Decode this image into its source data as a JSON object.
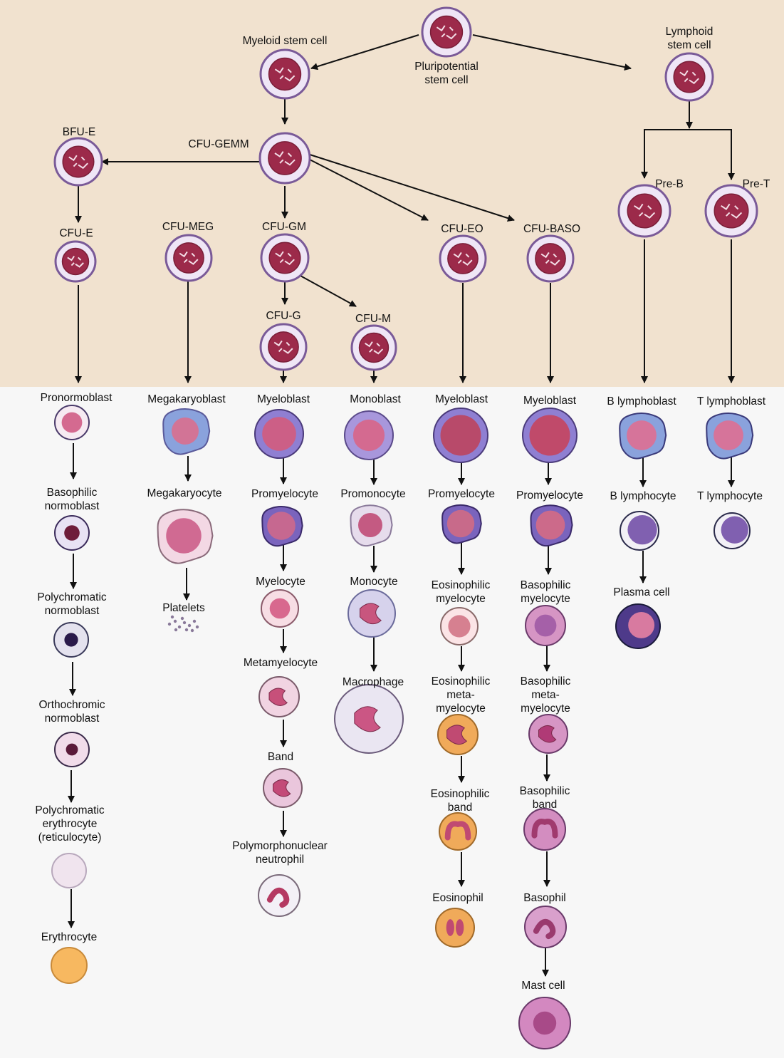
{
  "labels": {
    "pluripotential": "Pluripotential\nstem cell",
    "myeloid_stem": "Myeloid stem cell",
    "lymphoid_stem": "Lymphoid\nstem cell",
    "bfu_e": "BFU-E",
    "cfu_gemm": "CFU-GEMM",
    "cfu_e": "CFU-E",
    "cfu_meg": "CFU-MEG",
    "cfu_gm": "CFU-GM",
    "cfu_g": "CFU-G",
    "cfu_m": "CFU-M",
    "cfu_eo": "CFU-EO",
    "cfu_baso": "CFU-BASO",
    "pre_b": "Pre-B",
    "pre_t": "Pre-T",
    "pronormoblast": "Pronormoblast",
    "basophilic_normoblast": "Basophilic\nnormoblast",
    "polychromatic_normoblast": "Polychromatic\nnormoblast",
    "orthochromic_normoblast": "Orthochromic\nnormoblast",
    "polychromatic_erythrocyte": "Polychromatic\nerythrocyte\n(reticulocyte)",
    "erythrocyte": "Erythrocyte",
    "megakaryoblast": "Megakaryoblast",
    "megakaryocyte": "Megakaryocyte",
    "platelets": "Platelets",
    "myeloblast_g": "Myeloblast",
    "promyelocyte_g": "Promyelocyte",
    "myelocyte": "Myelocyte",
    "metamyelocyte": "Metamyelocyte",
    "band": "Band",
    "pmn": "Polymorphonuclear\nneutrophil",
    "monoblast": "Monoblast",
    "promonocyte": "Promonocyte",
    "monocyte": "Monocyte",
    "macrophage": "Macrophage",
    "myeloblast_eo": "Myeloblast",
    "promyelocyte_eo": "Promyelocyte",
    "eos_myelocyte": "Eosinophilic\nmyelocyte",
    "eos_metamyelocyte": "Eosinophilic\nmeta-\nmyelocyte",
    "eos_band": "Eosinophilic\nband",
    "eosinophil": "Eosinophil",
    "myeloblast_baso": "Myeloblast",
    "promyelocyte_baso": "Promyelocyte",
    "baso_myelocyte": "Basophilic\nmyelocyte",
    "baso_metamyelocyte": "Basophilic\nmeta-\nmyelocyte",
    "baso_band": "Basophilic\nband",
    "basophil": "Basophil",
    "mast_cell": "Mast cell",
    "b_lymphoblast": "B lymphoblast",
    "b_lymphocyte": "B lymphocyte",
    "plasma_cell": "Plasma cell",
    "t_lymphoblast": "T lymphoblast",
    "t_lymphocyte": "T lymphocyte"
  },
  "colors": {
    "top_band": "#f1e2cf",
    "bottom_band": "#f7f7f7",
    "stem_ring": "#7a5a98",
    "stem_fill": "#efe6f6",
    "stem_nucleus": "#9c2a4a",
    "arrow": "#111111",
    "eosinophil_cyto": "#f0aa5a",
    "erythrocyte": "#f7b860",
    "basophil_cyto": "#d695c4",
    "blast_cyto": "#8f7fd2",
    "nucleus": "#c84a76"
  }
}
